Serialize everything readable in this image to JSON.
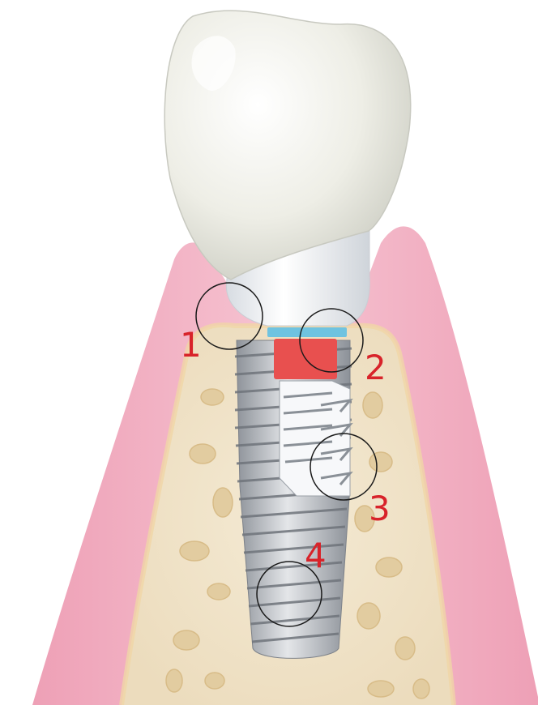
{
  "colors": {
    "callout": "#d8232a",
    "circle": "#1a1a1a",
    "gum": "#f2a9bd",
    "gum_light": "#f7c9d6",
    "bone": "#f1e6cf",
    "bone_pore": "#e3cfa6",
    "crown": "#f1f1ea",
    "abutment": "#f4f6f8",
    "seal_band": "#6fc3e0",
    "connection": "#e8504f",
    "implant": "#b8bcc2"
  },
  "callouts": [
    {
      "id": "1",
      "label": "1",
      "target": "abutment-collar"
    },
    {
      "id": "2",
      "label": "2",
      "target": "implant-connection"
    },
    {
      "id": "3",
      "label": "3",
      "target": "internal-thread"
    },
    {
      "id": "4",
      "label": "4",
      "target": "implant-body"
    }
  ]
}
